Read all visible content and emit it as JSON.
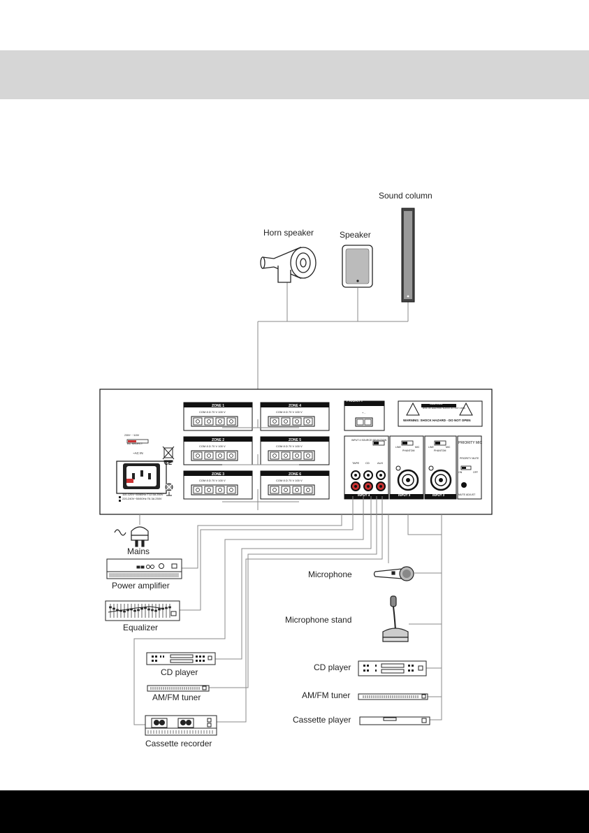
{
  "labels": {
    "sound_column": "Sound column",
    "horn_speaker": "Horn speaker",
    "speaker": "Speaker",
    "mains": "Mains",
    "power_amplifier": "Power amplifier",
    "equalizer": "Equalizer",
    "cd_player_left": "CD player",
    "amfm_tuner_left": "AM/FM tuner",
    "cassette_recorder": "Cassette recorder",
    "microphone": "Microphone",
    "microphone_stand": "Microphone stand",
    "cd_player_right": "CD player",
    "amfm_tuner_right": "AM/FM tuner",
    "cassette_player": "Cassette player"
  },
  "panel": {
    "zones": [
      {
        "title": "ZONE 1",
        "terms": "COM  8 Ω  70 V  100 V"
      },
      {
        "title": "ZONE 2",
        "terms": "COM  8 Ω  70 V  100 V"
      },
      {
        "title": "ZONE 3",
        "terms": "COM  8 Ω  70 V  100 V"
      },
      {
        "title": "ZONE 4",
        "terms": "COM  8 Ω  70 V  100 V"
      },
      {
        "title": "ZONE 5",
        "terms": "COM  8 Ω  70 V  100 V"
      },
      {
        "title": "ZONE 6",
        "terms": "COM  8 Ω  70 V  100 V"
      }
    ],
    "priority": "PRIORITY",
    "priority_terms": "+   -",
    "caution": "CAUTION",
    "caution_sub": "RISK OF ELECTRIC SHOCK DO NOT OPEN",
    "warning": "WARNING: SHOCK HAZARD - DO NOT OPEN",
    "ac_select": "AC SELECT",
    "ac_select_vals": "230V~   ~115V",
    "ac_in": "~AC IN",
    "fuse_1": "110-120V~50/60Hz:T12.5A 250V",
    "fuse_2": "220-240V~50/60Hz:T6.3A 250V",
    "ce": "CE",
    "input4_sel": "INPUT 4 SOURCE SELECTION",
    "tape": "TAPE",
    "cd": "CD",
    "aux": "AUX",
    "line": "LINE",
    "mic": "MIC",
    "phantom": "PHANTOM",
    "input4": "INPUT 4",
    "input3": "INPUT 3",
    "input2": "INPUT 2",
    "priority_mic": "PRIORITY MIC",
    "priority_mute": "PRIORITY MUTE",
    "on": "ON",
    "off": "OFF",
    "mute_adjust": "MUTE ADJUST"
  }
}
